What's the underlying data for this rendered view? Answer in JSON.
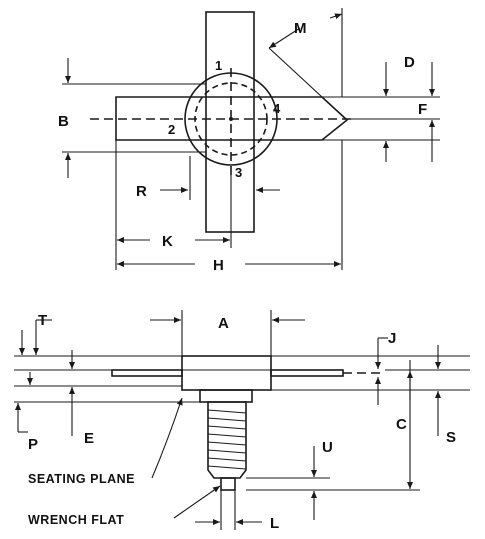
{
  "top_view": {
    "dimension_labels": {
      "M": "M",
      "D": "D",
      "B": "B",
      "F": "F",
      "R": "R",
      "K": "K",
      "H": "H"
    },
    "pin_labels": {
      "p1": "1",
      "p2": "2",
      "p3": "3",
      "p4": "4"
    }
  },
  "side_view": {
    "dimension_labels": {
      "T": "T",
      "A": "A",
      "J": "J",
      "C": "C",
      "S": "S",
      "P": "P",
      "E": "E",
      "U": "U",
      "L": "L"
    },
    "captions": {
      "seating_plane": "SEATING PLANE",
      "wrench_flat": "WRENCH FLAT"
    }
  }
}
